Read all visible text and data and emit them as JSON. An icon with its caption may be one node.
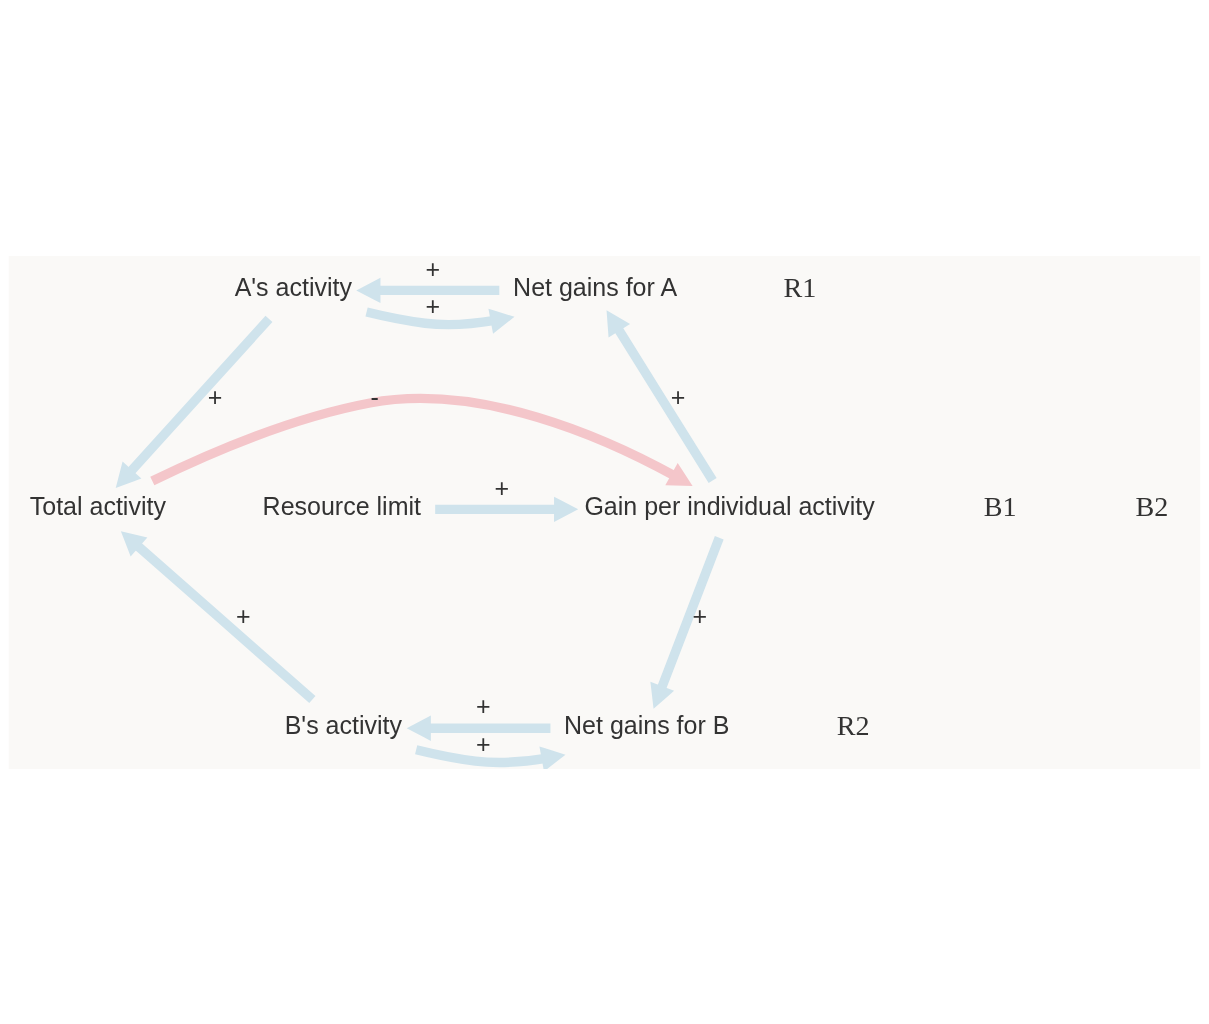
{
  "diagram": {
    "nodes": [
      {
        "text": [
          "A's activity"
        ]
      },
      {
        "text": [
          "Net gains for A"
        ]
      },
      {
        "text": [
          "Total activity"
        ]
      },
      {
        "text": [
          "Gain per individual activity"
        ]
      },
      {
        "text": [
          "Resource limit"
        ]
      },
      {
        "text": [
          "B's activity"
        ]
      },
      {
        "text": [
          "Net gains for B"
        ]
      }
    ],
    "edges": [
      {
        "from": 1,
        "to": 0,
        "arrow": "to",
        "label": "+"
      },
      {
        "from": 0,
        "to": 1,
        "arrow": "to",
        "label": "+"
      },
      {
        "from": 0,
        "to": 2,
        "arrow": "to",
        "label": "+"
      },
      {
        "from": 2,
        "to": 3,
        "arrow": "to",
        "label": "-",
        "color": "#f4c6ca"
      },
      {
        "from": 3,
        "to": 1,
        "arrow": "to",
        "label": "+"
      },
      {
        "from": 4,
        "to": 3,
        "arrow": "to",
        "label": "+"
      },
      {
        "from": 3,
        "to": 6,
        "arrow": "to",
        "label": "+"
      },
      {
        "from": 6,
        "to": 5,
        "arrow": "to",
        "label": "+"
      },
      {
        "from": 5,
        "to": 6,
        "arrow": "to",
        "label": "+"
      },
      {
        "from": 5,
        "to": 2,
        "arrow": "to",
        "label": "+"
      }
    ],
    "labels": [
      "R1",
      "B1",
      "B2",
      "R2"
    ]
  }
}
